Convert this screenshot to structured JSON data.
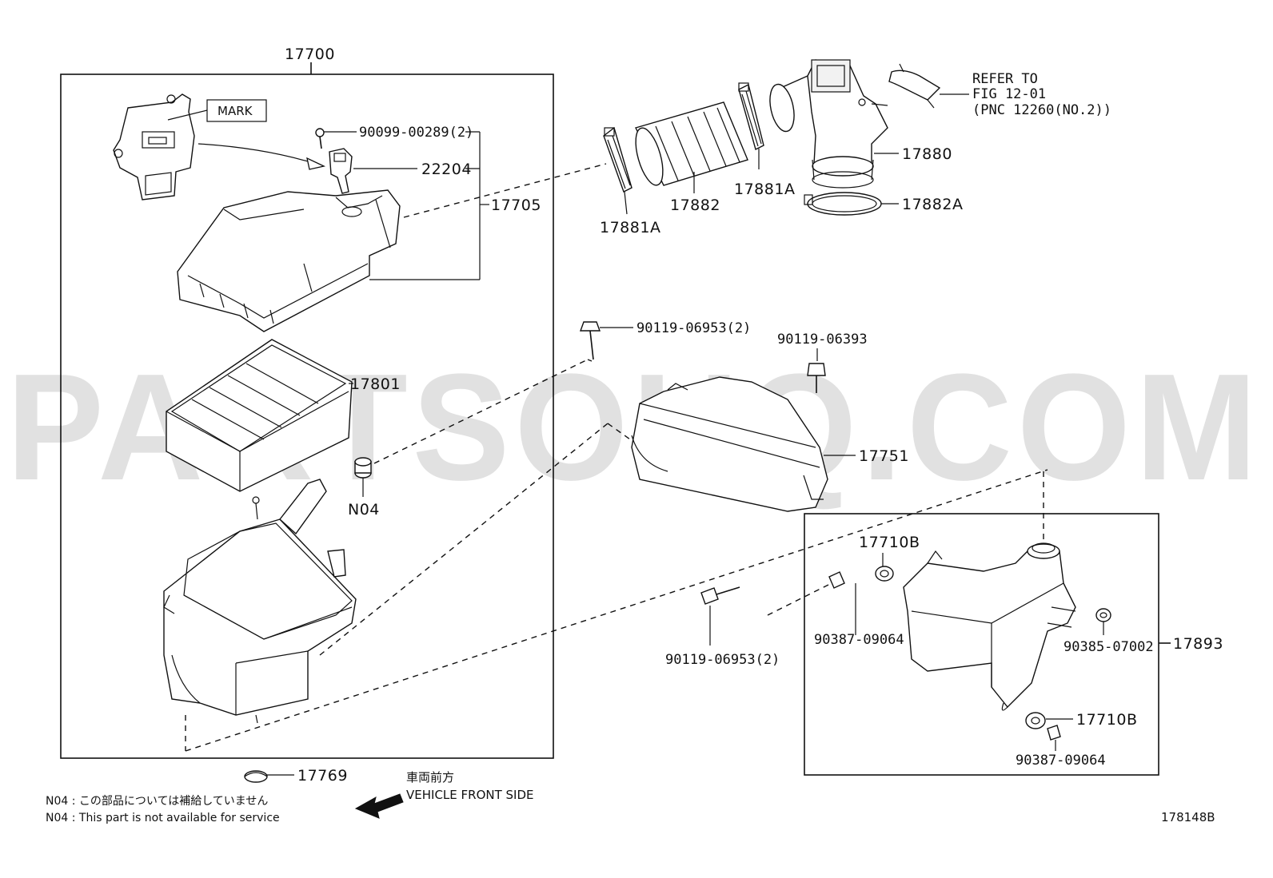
{
  "diagram": {
    "drawing_number": "178148B",
    "watermark": "PARTSOUQ.COM",
    "groups": [
      {
        "number": "17700"
      },
      {
        "number": "17705"
      },
      {
        "number": "17893"
      }
    ],
    "callouts": [
      {
        "id": "mark",
        "text": "MARK"
      },
      {
        "id": "p9009900289",
        "text": "90099-00289(2)"
      },
      {
        "id": "p22204",
        "text": "22204"
      },
      {
        "id": "p17801",
        "text": "17801"
      },
      {
        "id": "n04",
        "text": "N04"
      },
      {
        "id": "p17769",
        "text": "17769"
      },
      {
        "id": "p17881a_l",
        "text": "17881A"
      },
      {
        "id": "p17882",
        "text": "17882"
      },
      {
        "id": "p17881a_r",
        "text": "17881A"
      },
      {
        "id": "p17880",
        "text": "17880"
      },
      {
        "id": "p17882a",
        "text": "17882A"
      },
      {
        "id": "p9011906953_top",
        "text": "90119-06953(2)"
      },
      {
        "id": "p9011906393",
        "text": "90119-06393"
      },
      {
        "id": "p17751",
        "text": "17751"
      },
      {
        "id": "p17710b_top",
        "text": "17710B"
      },
      {
        "id": "p9038709064_top",
        "text": "90387-09064"
      },
      {
        "id": "p9011906953_bot",
        "text": "90119-06953(2)"
      },
      {
        "id": "p9038507002",
        "text": "90385-07002"
      },
      {
        "id": "p17710b_bot",
        "text": "17710B"
      },
      {
        "id": "p9038709064_bot",
        "text": "90387-09064"
      }
    ],
    "refer": {
      "line1": "REFER TO",
      "line2": "FIG 12-01",
      "line3": "(PNC 12260(NO.2))"
    },
    "direction": {
      "jp": "車両前方",
      "en": "VEHICLE FRONT SIDE"
    },
    "notes": {
      "jp": "N04 : この部品については補給していません",
      "en": "N04 : This part is not available for service"
    }
  }
}
